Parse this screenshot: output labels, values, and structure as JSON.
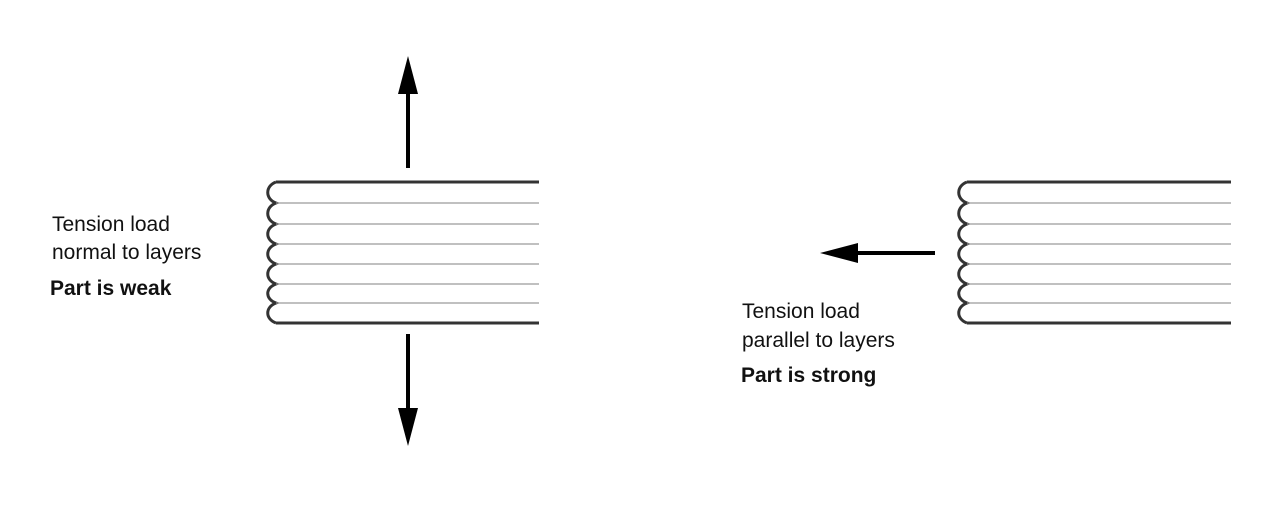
{
  "left_case": {
    "label_line1": "Tension load",
    "label_line2": "normal to layers",
    "verdict": "Part is weak"
  },
  "right_case": {
    "label_line1": "Tension load",
    "label_line2": "parallel to layers",
    "verdict": "Part is strong"
  },
  "colors": {
    "outline": "#333333",
    "layer_line": "#9a9a9a",
    "arrow": "#000000"
  }
}
